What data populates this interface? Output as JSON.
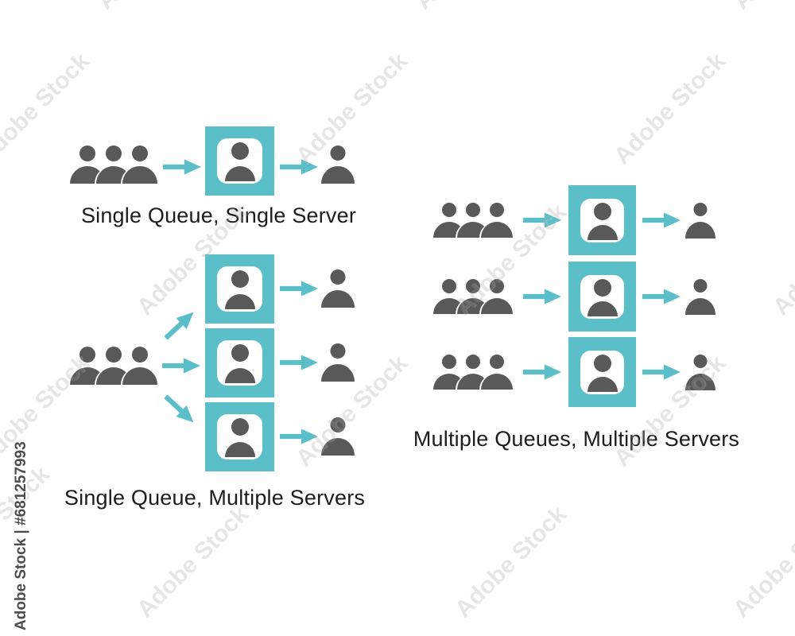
{
  "image": {
    "kind": "queueing-models-illustration",
    "background": "#ffffff"
  },
  "colors": {
    "accent_teal": "#5bbfc9",
    "person_gray": "#595959",
    "caption_text": "#1d1d1b",
    "watermark_id_gray": "#4d4d4d"
  },
  "diagrams": [
    {
      "label": "Single Queue, Single Server",
      "queues": 1,
      "servers": 1,
      "customers_per_queue": 3,
      "served_per_server": 1
    },
    {
      "label": "Single Queue, Multiple Servers",
      "queues": 1,
      "servers": 3,
      "customers_per_queue": 3,
      "served_per_server": 1
    },
    {
      "label": "Multiple Queues, Multiple Servers",
      "queues": 3,
      "servers": 3,
      "customers_per_queue": 3,
      "served_per_server": 1
    }
  ],
  "watermark": {
    "tile_text": "Adobe Stock",
    "stock_id_text": "Adobe Stock | #681257993"
  }
}
